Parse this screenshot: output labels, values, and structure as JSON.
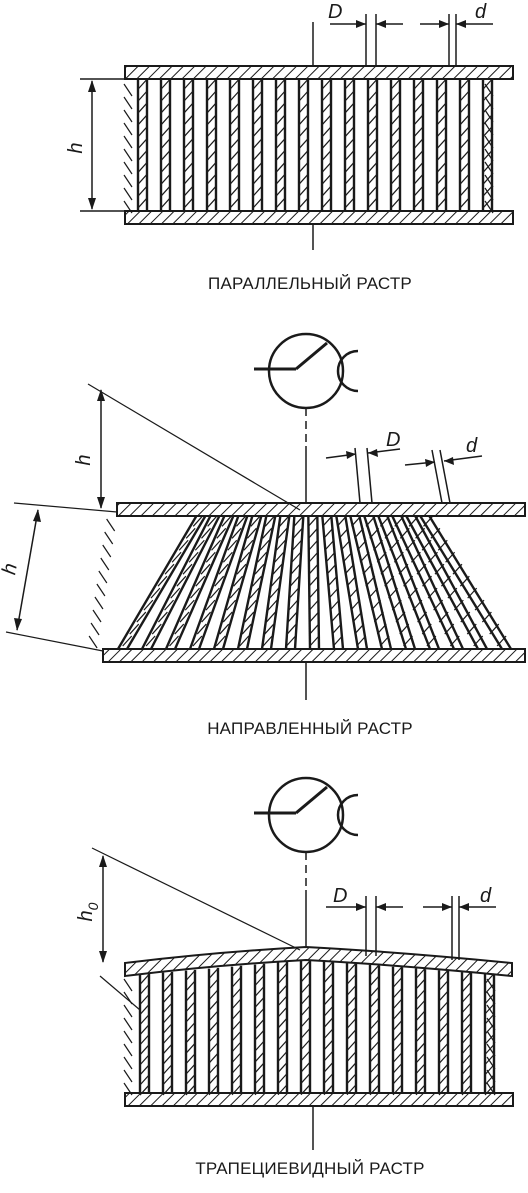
{
  "panels": [
    {
      "id": "parallel",
      "caption": "ПАРАЛЛЕЛЬНЫЙ РАСТР",
      "labels": {
        "D": "D",
        "d": "d",
        "h": "h"
      }
    },
    {
      "id": "directed",
      "caption": "НАПРАВЛЕННЫЙ РАСТР",
      "labels": {
        "D": "D",
        "d": "d",
        "h": "h",
        "h_lower": "h"
      }
    },
    {
      "id": "trapezoidal",
      "caption": "ТРАПЕЦИЕВИДНЫЙ РАСТР",
      "labels": {
        "D": "D",
        "d": "d",
        "h": "h",
        "h_sub": "0"
      }
    }
  ],
  "colors": {
    "ink": "#1a1a1a",
    "background": "#ffffff"
  }
}
